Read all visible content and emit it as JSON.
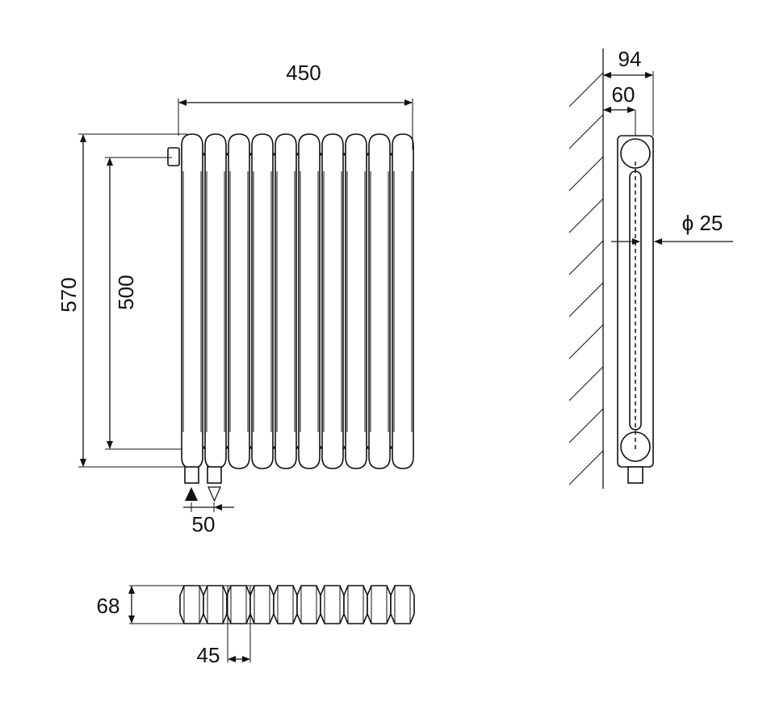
{
  "front_view": {
    "columns": 10,
    "width_label": "450",
    "height_label": "570",
    "axis_height_label": "500",
    "connection_spacing_label": "50"
  },
  "side_view": {
    "depth_label": "94",
    "axis_depth_label": "60",
    "pipe_diameter_label": "ϕ 25"
  },
  "top_view": {
    "depth_label": "68",
    "section_pitch_label": "45"
  },
  "colors": {
    "line": "#111111",
    "background": "#ffffff"
  }
}
